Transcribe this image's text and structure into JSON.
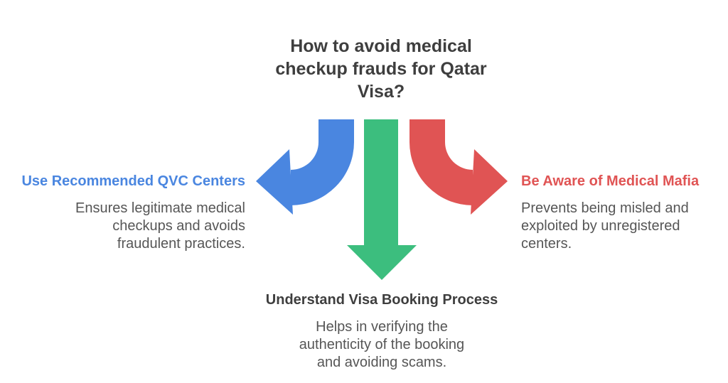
{
  "title": "How to avoid medical checkup frauds for Qatar Visa?",
  "colors": {
    "blue": "#4a86e0",
    "green": "#3cbe7e",
    "red": "#e05454",
    "heading_dark": "#3e3e3e",
    "body_gray": "#565656"
  },
  "arrows": {
    "left": {
      "name": "curved-arrow-left",
      "color": "#4a86e0"
    },
    "down": {
      "name": "straight-arrow-down",
      "color": "#3cbe7e"
    },
    "right": {
      "name": "curved-arrow-right",
      "color": "#e05454"
    }
  },
  "sections": {
    "left": {
      "heading": "Use Recommended QVC Centers",
      "body": "Ensures legitimate medical checkups and avoids fraudulent practices."
    },
    "bottom": {
      "heading": "Understand Visa Booking Process",
      "body": "Helps in verifying the authenticity of the booking and avoiding scams."
    },
    "right": {
      "heading": "Be Aware of Medical Mafia",
      "body": "Prevents being misled and exploited by unregistered centers."
    }
  }
}
